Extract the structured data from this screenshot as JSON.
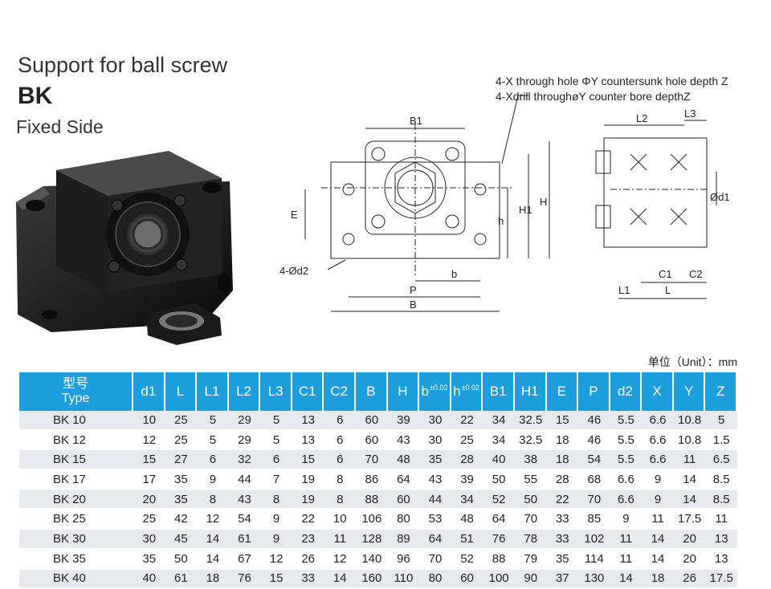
{
  "header": {
    "title": "Support for ball screw",
    "model": "BK",
    "side": "Fixed Side"
  },
  "drawing": {
    "note1": "4-X through hole ΦY countersunk hole depth Z",
    "note2": "4-Xdrill throughøY counter bore depthZ",
    "labels": {
      "b1": "B1",
      "e": "E",
      "d2": "4-Ød2",
      "p": "P",
      "b": "b",
      "B": "B",
      "h": "h",
      "h1": "H1",
      "H": "H",
      "l2": "L2",
      "l3": "L3",
      "d1": "Ød1",
      "c1": "C1",
      "c2": "C2",
      "l1": "L1",
      "L": "L"
    }
  },
  "unit_note": "单位（Unit）：mm",
  "table": {
    "type_header_cn": "型号",
    "type_header_en": "Type",
    "columns": [
      {
        "label": "d1",
        "tol": ""
      },
      {
        "label": "L",
        "tol": ""
      },
      {
        "label": "L1",
        "tol": ""
      },
      {
        "label": "L2",
        "tol": ""
      },
      {
        "label": "L3",
        "tol": ""
      },
      {
        "label": "C1",
        "tol": ""
      },
      {
        "label": "C2",
        "tol": ""
      },
      {
        "label": "B",
        "tol": ""
      },
      {
        "label": "H",
        "tol": ""
      },
      {
        "label": "b",
        "tol": "±0.02"
      },
      {
        "label": "h",
        "tol": "±0.02"
      },
      {
        "label": "B1",
        "tol": ""
      },
      {
        "label": "H1",
        "tol": ""
      },
      {
        "label": "E",
        "tol": ""
      },
      {
        "label": "P",
        "tol": ""
      },
      {
        "label": "d2",
        "tol": ""
      },
      {
        "label": "X",
        "tol": ""
      },
      {
        "label": "Y",
        "tol": ""
      },
      {
        "label": "Z",
        "tol": ""
      }
    ],
    "rows": [
      {
        "model": "BK  10",
        "values": [
          "10",
          "25",
          "5",
          "29",
          "5",
          "13",
          "6",
          "60",
          "39",
          "30",
          "22",
          "34",
          "32.5",
          "15",
          "46",
          "5.5",
          "6.6",
          "10.8",
          "5"
        ]
      },
      {
        "model": "BK  12",
        "values": [
          "12",
          "25",
          "5",
          "29",
          "5",
          "13",
          "6",
          "60",
          "43",
          "30",
          "25",
          "34",
          "32.5",
          "18",
          "46",
          "5.5",
          "6.6",
          "10.8",
          "1.5"
        ]
      },
      {
        "model": "BK  15",
        "values": [
          "15",
          "27",
          "6",
          "32",
          "6",
          "15",
          "6",
          "70",
          "48",
          "35",
          "28",
          "40",
          "38",
          "18",
          "54",
          "5.5",
          "6.6",
          "11",
          "6.5"
        ]
      },
      {
        "model": "BK  17",
        "values": [
          "17",
          "35",
          "9",
          "44",
          "7",
          "19",
          "8",
          "86",
          "64",
          "43",
          "39",
          "50",
          "55",
          "28",
          "68",
          "6.6",
          "9",
          "14",
          "8.5"
        ]
      },
      {
        "model": "BK  20",
        "values": [
          "20",
          "35",
          "8",
          "43",
          "8",
          "19",
          "8",
          "88",
          "60",
          "44",
          "34",
          "52",
          "50",
          "22",
          "70",
          "6.6",
          "9",
          "14",
          "8.5"
        ]
      },
      {
        "model": "BK  25",
        "values": [
          "25",
          "42",
          "12",
          "54",
          "9",
          "22",
          "10",
          "106",
          "80",
          "53",
          "48",
          "64",
          "70",
          "33",
          "85",
          "9",
          "11",
          "17.5",
          "11"
        ]
      },
      {
        "model": "BK  30",
        "values": [
          "30",
          "45",
          "14",
          "61",
          "9",
          "23",
          "11",
          "128",
          "89",
          "64",
          "51",
          "76",
          "78",
          "33",
          "102",
          "11",
          "14",
          "20",
          "13"
        ]
      },
      {
        "model": "BK  35",
        "values": [
          "35",
          "50",
          "14",
          "67",
          "12",
          "26",
          "12",
          "140",
          "96",
          "70",
          "52",
          "88",
          "79",
          "35",
          "114",
          "11",
          "14",
          "20",
          "13"
        ]
      },
      {
        "model": "BK  40",
        "values": [
          "40",
          "61",
          "18",
          "76",
          "15",
          "33",
          "14",
          "160",
          "110",
          "80",
          "60",
          "100",
          "90",
          "37",
          "130",
          "14",
          "18",
          "26",
          "17.5"
        ]
      }
    ]
  }
}
